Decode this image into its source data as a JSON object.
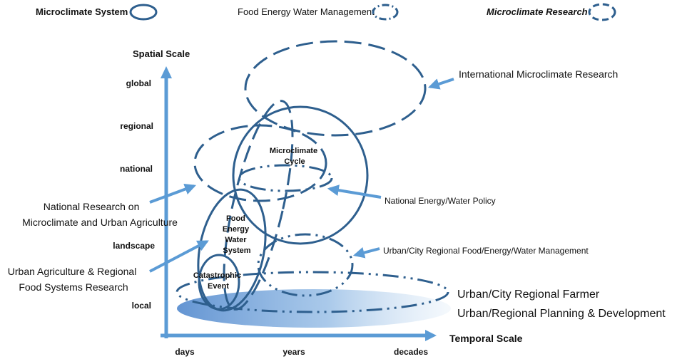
{
  "legend": {
    "system_label": "Microclimate System",
    "few_label": "Food Energy Water Management",
    "research_label": "Microclimate Research"
  },
  "axes": {
    "y_title": "Spatial Scale",
    "x_title": "Temporal Scale",
    "y_ticks": [
      "global",
      "regional",
      "national",
      "landscape",
      "local"
    ],
    "x_ticks": [
      "days",
      "years",
      "decades"
    ]
  },
  "nodes": {
    "microclimate_cycle": [
      "Microclimate",
      "Cycle"
    ],
    "few_system": [
      "Food",
      "Energy",
      "Water",
      "System"
    ],
    "catastrophic_event": [
      "Catastrophic",
      "Event"
    ]
  },
  "labels": {
    "international_research": "International Microclimate Research",
    "national_policy": "National Energy/Water Policy",
    "urban_management": "Urban/City Regional Food/Energy/Water Management",
    "urban_farmer": "Urban/City Regional Farmer",
    "urban_planning": "Urban/Regional Planning & Development",
    "national_research": [
      "National Research on",
      "Microclimate and Urban Agriculture"
    ],
    "urban_ag_research": [
      "Urban Agriculture & Regional",
      "Food Systems Research"
    ]
  },
  "colors": {
    "outline": "#2e5f8e",
    "arrow": "#5b9bd5",
    "shade": "#6a9fd6"
  }
}
